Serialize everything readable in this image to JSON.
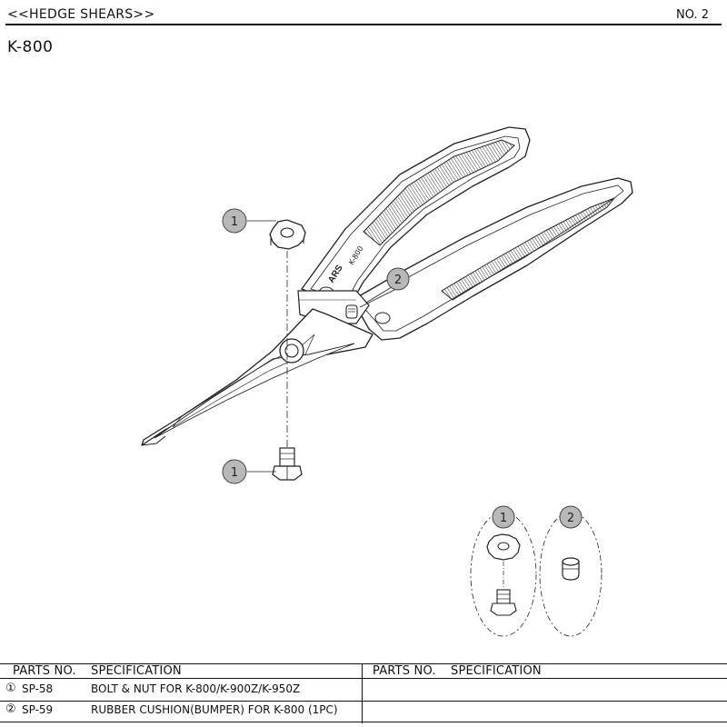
{
  "header": {
    "title": "<<HEDGE SHEARS>>",
    "page_no": "NO. 2"
  },
  "model": "K-800",
  "brand_mark": "ARS",
  "callouts": {
    "c1": "1",
    "c2": "2"
  },
  "table": {
    "left_header": {
      "parts_no": "PARTS NO.",
      "spec": "SPECIFICATION"
    },
    "right_header": {
      "parts_no": "PARTS NO.",
      "spec": "SPECIFICATION"
    },
    "rows": [
      {
        "symbol": "①",
        "parts_no": "SP-58",
        "spec": "BOLT & NUT FOR K-800/K-900Z/K-950Z"
      },
      {
        "symbol": "②",
        "parts_no": "SP-59",
        "spec": "RUBBER CUSHION(BUMPER) FOR K-800 (1PC)"
      }
    ]
  }
}
